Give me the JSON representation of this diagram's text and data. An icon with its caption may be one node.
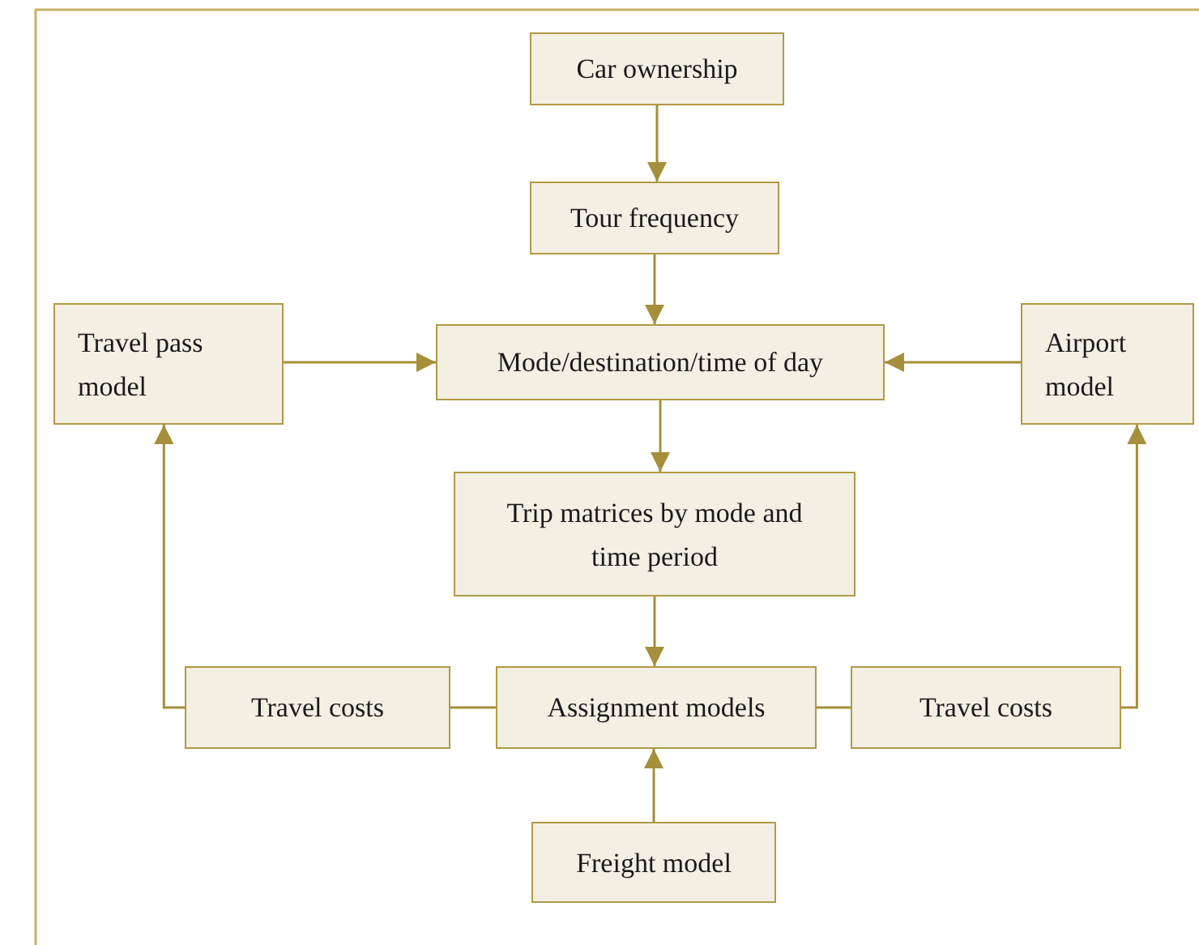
{
  "diagram": {
    "nodes": [
      {
        "text": [
          "Car ownership"
        ]
      },
      {
        "text": [
          "Tour frequency"
        ]
      },
      {
        "text": [
          "Travel pass model"
        ]
      },
      {
        "text": [
          "Mode/destination/time of day"
        ]
      },
      {
        "text": [
          "Airport model"
        ]
      },
      {
        "text": [
          "Trip matrices by mode and time period"
        ]
      },
      {
        "text": [
          "Travel costs"
        ]
      },
      {
        "text": [
          "Assignment models"
        ]
      },
      {
        "text": [
          "Travel costs"
        ]
      },
      {
        "text": [
          "Freight model"
        ]
      }
    ],
    "edges": [
      {
        "from": 0,
        "to": 1,
        "arrow": "to"
      },
      {
        "from": 1,
        "to": 3,
        "arrow": "to"
      },
      {
        "from": 2,
        "to": 3,
        "arrow": "to"
      },
      {
        "from": 4,
        "to": 3,
        "arrow": "to"
      },
      {
        "from": 3,
        "to": 5,
        "arrow": "to"
      },
      {
        "from": 5,
        "to": 7,
        "arrow": "to"
      },
      {
        "from": 9,
        "to": 7,
        "arrow": "to"
      },
      {
        "from": 7,
        "to": 6,
        "arrow": "none"
      },
      {
        "from": 6,
        "to": 2,
        "arrow": "to"
      },
      {
        "from": 7,
        "to": 8,
        "arrow": "none"
      },
      {
        "from": 8,
        "to": 4,
        "arrow": "to"
      }
    ]
  }
}
